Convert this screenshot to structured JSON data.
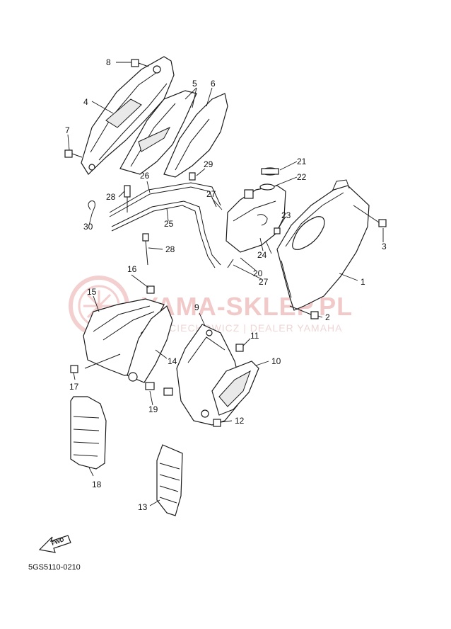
{
  "diagram": {
    "code": "5GS5110-0210",
    "fwd_label": "FWD",
    "watermark": {
      "title": "YAMA-SKLEP.PL",
      "subtitle": "WOJCIECHOWICZ | DEALER YAMAHA"
    },
    "callouts": [
      "1",
      "2",
      "3",
      "4",
      "5",
      "6",
      "7",
      "8",
      "9",
      "10",
      "11",
      "12",
      "13",
      "14",
      "15",
      "16",
      "17",
      "18",
      "19",
      "20",
      "21",
      "22",
      "23",
      "24",
      "25",
      "26",
      "27",
      "27",
      "28",
      "28",
      "29",
      "30"
    ]
  }
}
